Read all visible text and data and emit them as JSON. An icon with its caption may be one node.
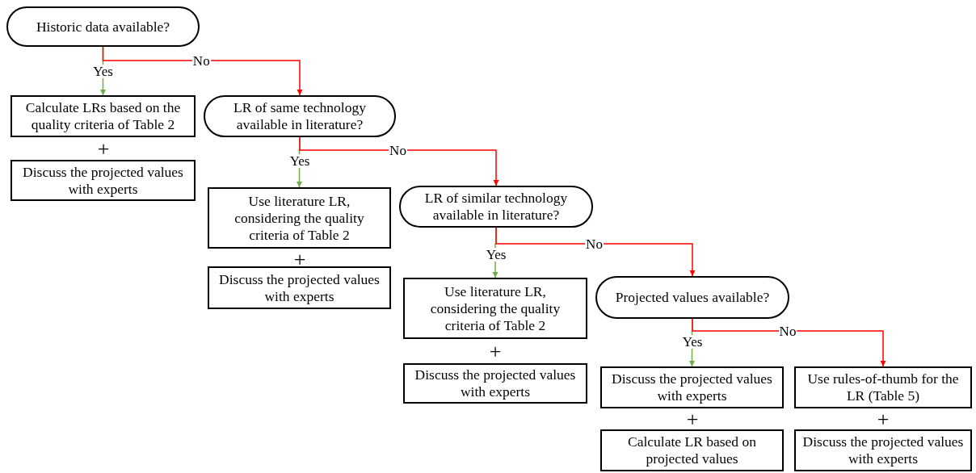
{
  "diagram": {
    "nodes": [
      {
        "text": [
          "Historic data available?"
        ]
      },
      {
        "text": [
          "Calculate LRs based on the quality criteria of Table 2"
        ]
      },
      {
        "text": [
          "Discuss the projected values with experts"
        ]
      },
      {
        "text": [
          "LR of same technology available in literature?"
        ]
      },
      {
        "text": [
          "Use literature LR, considering the quality criteria of Table 2"
        ]
      },
      {
        "text": [
          "Discuss the projected values with experts"
        ]
      },
      {
        "text": [
          "LR of similar technology available in literature?"
        ]
      },
      {
        "text": [
          "Use literature LR, considering the quality criteria of Table 2"
        ]
      },
      {
        "text": [
          "Discuss the projected values with experts"
        ]
      },
      {
        "text": [
          "Projected values available?"
        ]
      },
      {
        "text": [
          "Discuss the projected values with experts"
        ]
      },
      {
        "text": [
          "Use rules-of-thumb for the LR (Table 5)"
        ]
      },
      {
        "text": [
          "Calculate LR based on projected values"
        ]
      },
      {
        "text": [
          "Discuss the projected values with experts"
        ]
      }
    ],
    "edges": [
      {
        "from": 0,
        "to": 1,
        "arrow": "to",
        "label": "Yes",
        "color": "#70ad47"
      },
      {
        "from": 0,
        "to": 3,
        "arrow": "to",
        "label": "No",
        "color": "#ff0000"
      },
      {
        "from": 3,
        "to": 4,
        "arrow": "to",
        "label": "Yes",
        "color": "#70ad47"
      },
      {
        "from": 3,
        "to": 6,
        "arrow": "to",
        "label": "No",
        "color": "#ff0000"
      },
      {
        "from": 6,
        "to": 7,
        "arrow": "to",
        "label": "Yes",
        "color": "#70ad47"
      },
      {
        "from": 6,
        "to": 9,
        "arrow": "to",
        "label": "No",
        "color": "#ff0000"
      },
      {
        "from": 9,
        "to": 10,
        "arrow": "to",
        "label": "Yes",
        "color": "#70ad47"
      },
      {
        "from": 9,
        "to": 11,
        "arrow": "to",
        "label": "No",
        "color": "#ff0000"
      }
    ],
    "labels": [
      "+",
      "+",
      "+",
      "+",
      "+"
    ]
  }
}
